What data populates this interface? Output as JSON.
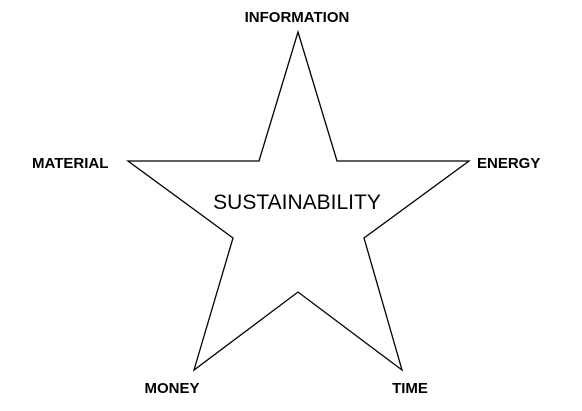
{
  "diagram": {
    "center_label": "SUSTAINABILITY",
    "points": {
      "top": "INFORMATION",
      "left": "MATERIAL",
      "right": "ENERGY",
      "bottom_left": "MONEY",
      "bottom_right": "TIME"
    },
    "colors": {
      "stroke": "#000000",
      "fill": "#ffffff",
      "text": "#000000"
    }
  }
}
